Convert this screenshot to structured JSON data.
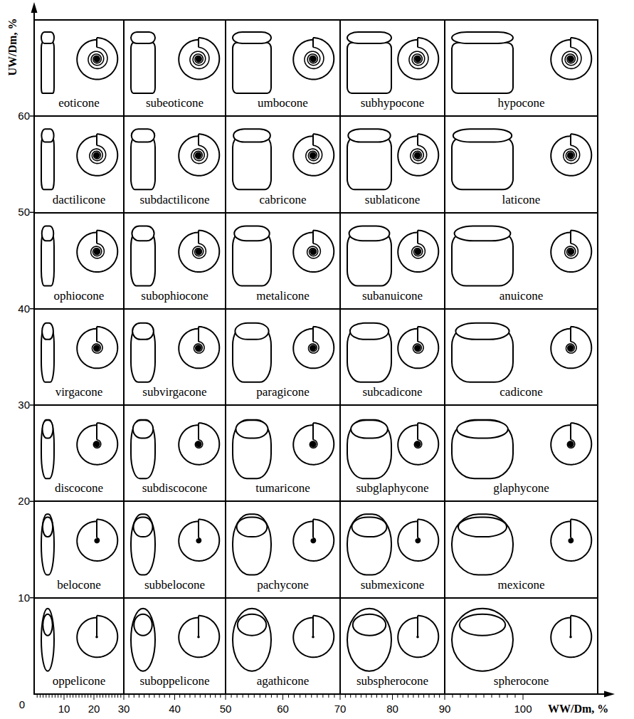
{
  "diagram": {
    "nodes": [
      {
        "text": [
          "eoticone"
        ]
      },
      {
        "text": [
          "subeoticone"
        ]
      },
      {
        "text": [
          "umbocone"
        ]
      },
      {
        "text": [
          "subhypocone"
        ]
      },
      {
        "text": [
          "hypocone"
        ]
      },
      {
        "text": [
          "dactilicone"
        ]
      },
      {
        "text": [
          "subdactilicone"
        ]
      },
      {
        "text": [
          "cabricone"
        ]
      },
      {
        "text": [
          "sublaticone"
        ]
      },
      {
        "text": [
          "laticone"
        ]
      },
      {
        "text": [
          "ophiocone"
        ]
      },
      {
        "text": [
          "subophiocone"
        ]
      },
      {
        "text": [
          "metalicone"
        ]
      },
      {
        "text": [
          "subanuicone"
        ]
      },
      {
        "text": [
          "anuicone"
        ]
      },
      {
        "text": [
          "virgacone"
        ]
      },
      {
        "text": [
          "subvirgacone"
        ]
      },
      {
        "text": [
          "paragicone"
        ]
      },
      {
        "text": [
          "subcadicone"
        ]
      },
      {
        "text": [
          "cadicone"
        ]
      },
      {
        "text": [
          "discocone"
        ]
      },
      {
        "text": [
          "subdiscocone"
        ]
      },
      {
        "text": [
          "tumaricone"
        ]
      },
      {
        "text": [
          "subglaphycone"
        ]
      },
      {
        "text": [
          "glaphycone"
        ]
      },
      {
        "text": [
          "belocone"
        ]
      },
      {
        "text": [
          "subbelocone"
        ]
      },
      {
        "text": [
          "pachycone"
        ]
      },
      {
        "text": [
          "submexicone"
        ]
      },
      {
        "text": [
          "mexicone"
        ]
      },
      {
        "text": [
          "oppelicone"
        ]
      },
      {
        "text": [
          "suboppelicone"
        ]
      },
      {
        "text": [
          "agathicone"
        ]
      },
      {
        "text": [
          "subspherocone"
        ]
      },
      {
        "text": [
          "spherocone"
        ]
      }
    ],
    "labels": [
      "UW/Dm, %",
      "60",
      "50",
      "40",
      "30",
      "20",
      "10",
      "0",
      "10",
      "20",
      "30",
      "40",
      "50",
      "60",
      "70",
      "80",
      "90",
      "100",
      "WW/Dm, %"
    ]
  }
}
